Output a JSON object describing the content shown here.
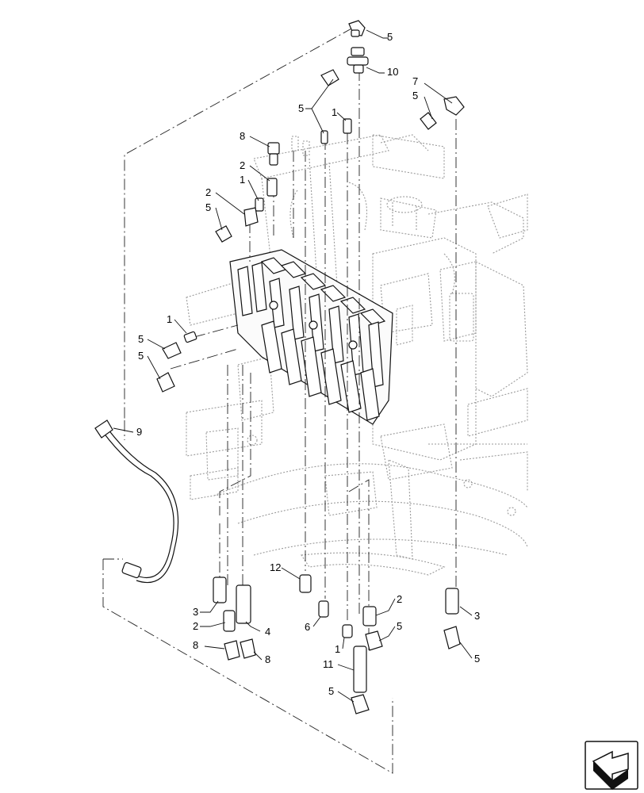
{
  "callouts": [
    {
      "id": "c1",
      "text": "5"
    },
    {
      "id": "c2",
      "text": "10"
    },
    {
      "id": "c3",
      "text": "7"
    },
    {
      "id": "c4",
      "text": "5"
    },
    {
      "id": "c5",
      "text": "5"
    },
    {
      "id": "c6",
      "text": "1"
    },
    {
      "id": "c7",
      "text": "8"
    },
    {
      "id": "c8",
      "text": "2"
    },
    {
      "id": "c9",
      "text": "1"
    },
    {
      "id": "c10",
      "text": "2"
    },
    {
      "id": "c11",
      "text": "5"
    },
    {
      "id": "c12",
      "text": "1"
    },
    {
      "id": "c13",
      "text": "5"
    },
    {
      "id": "c14",
      "text": "5"
    },
    {
      "id": "c15",
      "text": "9"
    },
    {
      "id": "c16",
      "text": "12"
    },
    {
      "id": "c17",
      "text": "3"
    },
    {
      "id": "c18",
      "text": "2"
    },
    {
      "id": "c19",
      "text": "8"
    },
    {
      "id": "c20",
      "text": "4"
    },
    {
      "id": "c21",
      "text": "8"
    },
    {
      "id": "c22",
      "text": "6"
    },
    {
      "id": "c23",
      "text": "2"
    },
    {
      "id": "c24",
      "text": "5"
    },
    {
      "id": "c25",
      "text": "1"
    },
    {
      "id": "c26",
      "text": "11"
    },
    {
      "id": "c27",
      "text": "5"
    },
    {
      "id": "c28",
      "text": "3"
    },
    {
      "id": "c29",
      "text": "5"
    }
  ],
  "icons": {
    "nav": "arrow-nav-icon"
  }
}
